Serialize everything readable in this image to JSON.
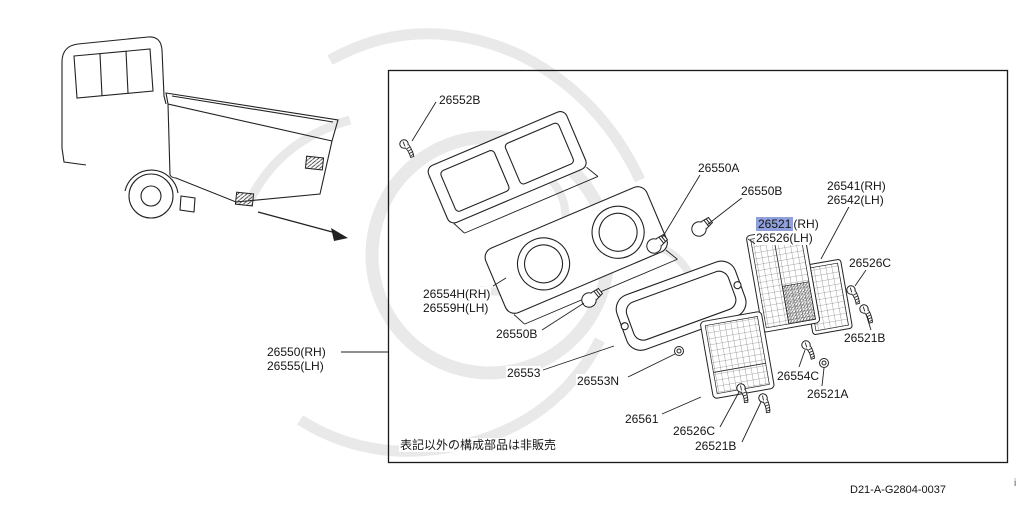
{
  "page": {
    "background": "#ffffff",
    "drawing_number": "D21-A-G2804-0037",
    "page_marker": "i"
  },
  "diagram": {
    "note": "表記以外の構成部品は非販売",
    "highlight_color": "#8fa0dc",
    "parts_depicted": [
      "truck-rear-sketch",
      "housing-bracket",
      "lamp-housing",
      "bulbs",
      "gasket",
      "main-lens",
      "outer-lens",
      "lower-lens",
      "screws",
      "washer",
      "grommet"
    ],
    "labels": {
      "l26552B": "26552B",
      "l26550A": "26550A",
      "l26550B_top": "26550B",
      "l26541": "26541(RH)",
      "l26542": "26542(LH)",
      "l26521": "26521",
      "l26521_suffix": "(RH)",
      "l26526": "26526(LH)",
      "l26526C_right": "26526C",
      "l26554H": "26554H(RH)",
      "l26559H": "26559H(LH)",
      "l26550B_left": "26550B",
      "l26553": "26553",
      "l26553N": "26553N",
      "l26521B_right": "26521B",
      "l26554C": "26554C",
      "l26521A": "26521A",
      "l26561": "26561",
      "l26526C_bottom": "26526C",
      "l26521B_bottom": "26521B",
      "l26550": "26550(RH)",
      "l26555": "26555(LH)"
    }
  }
}
